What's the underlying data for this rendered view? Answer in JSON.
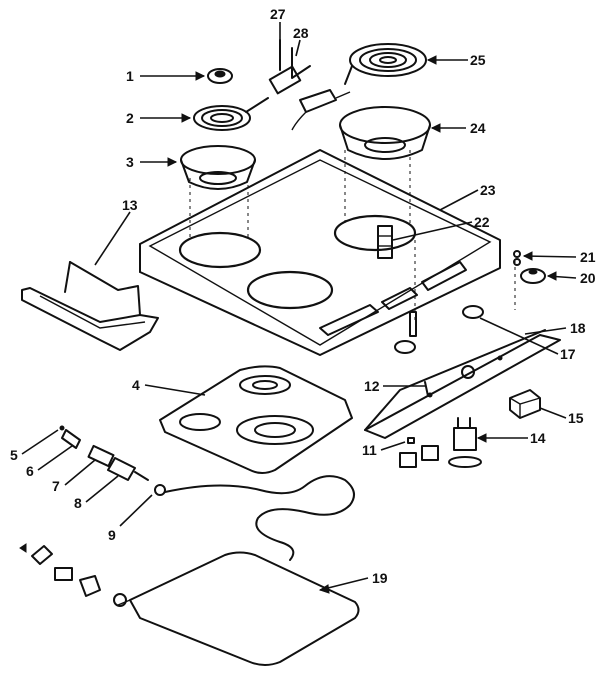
{
  "callouts": {
    "c1": "1",
    "c2": "2",
    "c3": "3",
    "c4": "4",
    "c5": "5",
    "c6": "6",
    "c7": "7",
    "c8": "8",
    "c9": "9",
    "c11": "11",
    "c12": "12",
    "c13": "13",
    "c14": "14",
    "c15": "15",
    "c17": "17",
    "c18": "18",
    "c19": "19",
    "c20": "20",
    "c21": "21",
    "c22": "22",
    "c23": "23",
    "c24": "24",
    "c25": "25",
    "c27": "27",
    "c28": "28"
  }
}
